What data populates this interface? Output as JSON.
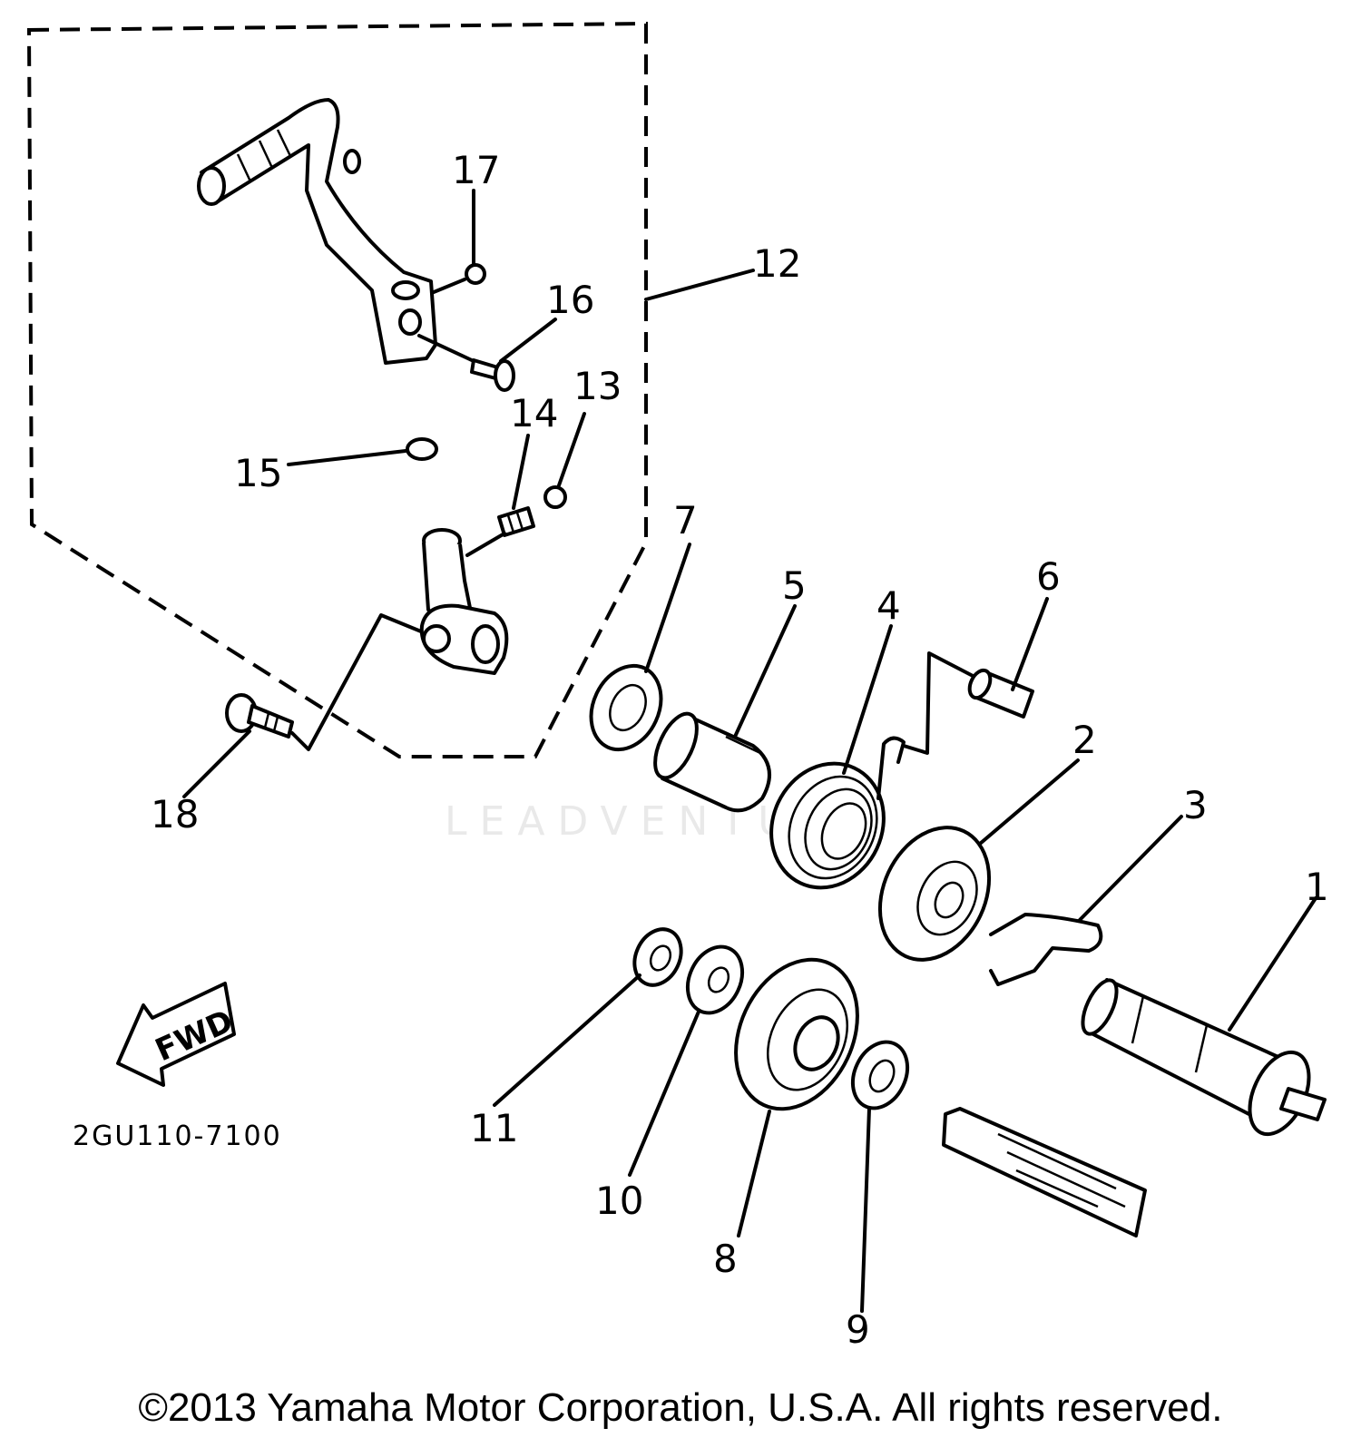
{
  "diagram": {
    "callouts": {
      "c1": "1",
      "c2": "2",
      "c3": "3",
      "c4": "4",
      "c5": "5",
      "c6": "6",
      "c7": "7",
      "c8": "8",
      "c9": "9",
      "c10": "10",
      "c11": "11",
      "c12": "12",
      "c13": "13",
      "c14": "14",
      "c15": "15",
      "c16": "16",
      "c17": "17",
      "c18": "18"
    },
    "fwd_label": "FWD",
    "diagram_code": "2GU110-7100",
    "watermark": "LEADVENTURE"
  },
  "footer": {
    "copyright": "©2013 Yamaha Motor Corporation, U.S.A. All rights reserved."
  }
}
